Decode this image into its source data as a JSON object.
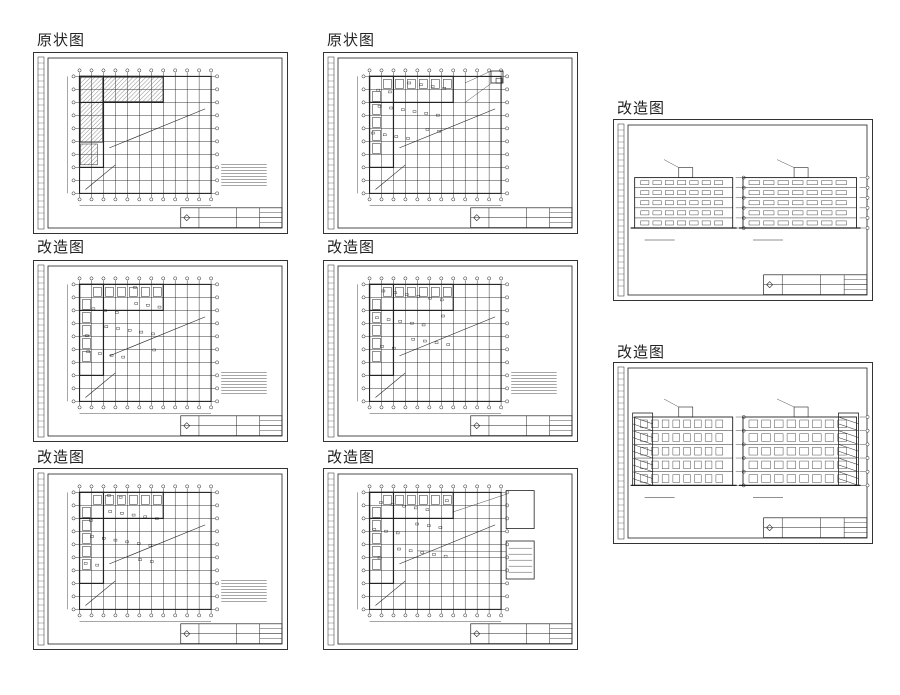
{
  "sheets": [
    {
      "caption": "原状图",
      "kind": "plan"
    },
    {
      "caption": "原状图",
      "kind": "plan"
    },
    {
      "caption": "改造图",
      "kind": "plan"
    },
    {
      "caption": "改造图",
      "kind": "plan"
    },
    {
      "caption": "改造图",
      "kind": "plan"
    },
    {
      "caption": "改造图",
      "kind": "plan"
    },
    {
      "caption": "改造图",
      "kind": "elevation"
    },
    {
      "caption": "改造图",
      "kind": "elevation"
    }
  ]
}
